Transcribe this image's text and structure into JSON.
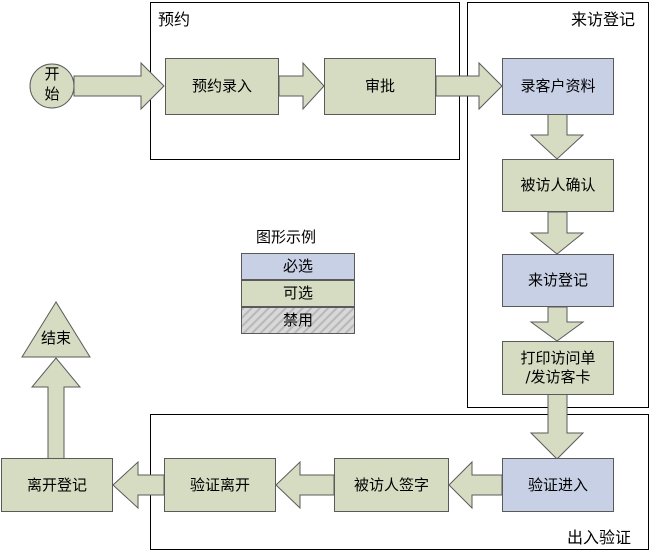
{
  "groups": {
    "reservation": "预约",
    "visit_registration": "来访登记",
    "entry_exit": "出入验证"
  },
  "nodes": {
    "start": [
      "开",
      "始"
    ],
    "end": "结束",
    "reservation_entry": "预约录入",
    "approval": "审批",
    "record_visitor_info": "录客户资料",
    "host_confirm": "被访人确认",
    "visit_register": "来访登记",
    "print_slip": "打印访问单",
    "issue_card": "/发访客卡",
    "verify_entry": "验证进入",
    "host_sign": "被访人签字",
    "verify_exit": "验证离开",
    "exit_register": "离开登记"
  },
  "legend": {
    "title": "图形示例",
    "required": "必选",
    "optional": "可选",
    "disabled": "禁用"
  },
  "colors": {
    "required_fill": "#c8d0e5",
    "optional_fill": "#d6dcc2",
    "arrow_fill": "#d6dcc2",
    "border": "#5a5a5a"
  }
}
